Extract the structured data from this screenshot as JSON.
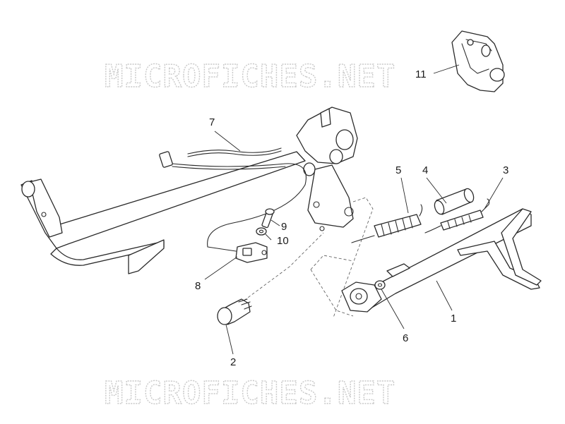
{
  "watermark": {
    "top": "MICROFICHES.NET",
    "bottom": "MICROFICHES.NET"
  },
  "callouts": [
    "1",
    "2",
    "3",
    "4",
    "5",
    "6",
    "7",
    "8",
    "9",
    "10",
    "11"
  ],
  "colors": {
    "line": "#2a2a2a",
    "watermark_outline": "#c9c9c9",
    "background": "#ffffff"
  }
}
